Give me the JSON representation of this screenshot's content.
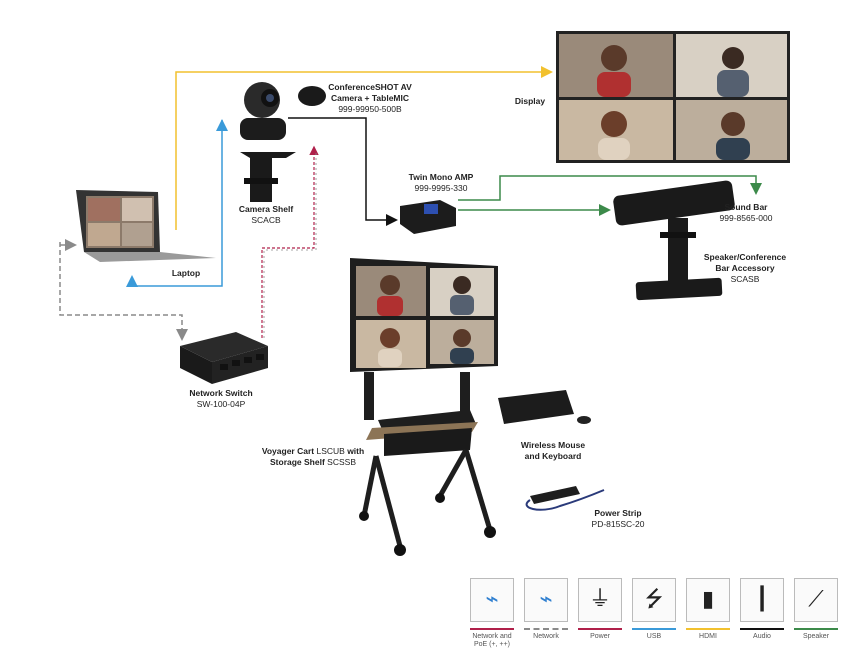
{
  "devices": {
    "display": {
      "name": "Display"
    },
    "camera": {
      "name": "ConferenceSHOT AV",
      "name2": "Camera + TableMIC",
      "part": "999-99950-500B"
    },
    "camera_shelf": {
      "name": "Camera Shelf",
      "part": "SCACB"
    },
    "laptop": {
      "name": "Laptop"
    },
    "amp": {
      "name": "Twin Mono AMP",
      "part": "999-9995-330"
    },
    "soundbar": {
      "name": "Sound Bar",
      "part": "999-8565-000"
    },
    "speaker_accessory": {
      "name": "Speaker/Conference",
      "name2": "Bar Accessory",
      "part": "SCASB"
    },
    "network_switch": {
      "name": "Network Switch",
      "part": "SW-100-04P"
    },
    "cart": {
      "name_prefix": "Voyager Cart",
      "part1": "LSCUB",
      "name_mid": "with",
      "name2": "Storage Shelf",
      "part2": "SCSSB"
    },
    "keyboard": {
      "name": "Wireless Mouse",
      "name2": "and Keyboard"
    },
    "power_strip": {
      "name": "Power Strip",
      "part": "PD-815SC-20"
    }
  },
  "legend": [
    {
      "label": "Network and",
      "label2": "PoE (+, ++)",
      "color": "#b0204a",
      "icon": "ethernet-cable-icon"
    },
    {
      "label": "Network",
      "label2": "",
      "color": "#8a8a8a",
      "icon": "ethernet-cable-icon"
    },
    {
      "label": "Power",
      "label2": "",
      "color": "#b0204a",
      "icon": "power-plug-icon"
    },
    {
      "label": "USB",
      "label2": "",
      "color": "#3a9ad9",
      "icon": "usb-icon"
    },
    {
      "label": "HDMI",
      "label2": "",
      "color": "#f2c12e",
      "icon": "hdmi-cable-icon"
    },
    {
      "label": "Audio",
      "label2": "",
      "color": "#111111",
      "icon": "audio-jack-icon"
    },
    {
      "label": "Speaker",
      "label2": "",
      "color": "#3c8a4a",
      "icon": "speaker-wire-icon"
    }
  ],
  "colors": {
    "hdmi": "#f2c12e",
    "usb": "#3a9ad9",
    "speaker": "#3c8a4a",
    "audio": "#111111",
    "network": "#8a8a8a",
    "poe": "#b0204a"
  }
}
